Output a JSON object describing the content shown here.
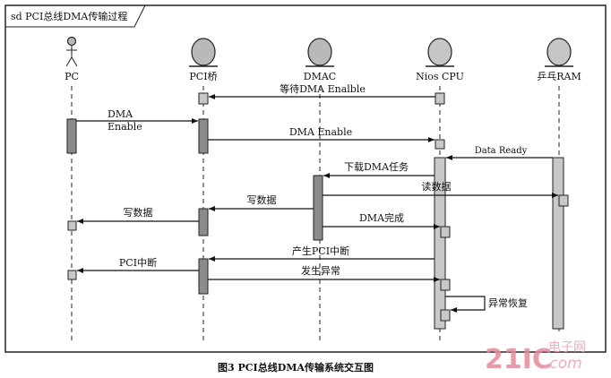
{
  "frame": {
    "title": "sd PCI总线DMA传输过程"
  },
  "lifelines": [
    {
      "id": "pc",
      "label": "PC",
      "kind": "actor"
    },
    {
      "id": "pci",
      "label": "PCI桥",
      "kind": "entity"
    },
    {
      "id": "dmac",
      "label": "DMAC",
      "kind": "entity"
    },
    {
      "id": "cpu",
      "label": "Nios CPU",
      "kind": "entity"
    },
    {
      "id": "ram",
      "label": "乒乓RAM",
      "kind": "entity"
    }
  ],
  "messages": [
    {
      "from": "cpu",
      "to": "pci",
      "label": "等待DMA Enalble"
    },
    {
      "from": "pc",
      "to": "pci",
      "label": "DMA",
      "label2": "Enable"
    },
    {
      "from": "pci",
      "to": "cpu",
      "label": "DMA Enable"
    },
    {
      "from": "ram",
      "to": "cpu",
      "label": "Data Ready"
    },
    {
      "from": "cpu",
      "to": "dmac",
      "label": "下载DMA任务"
    },
    {
      "from": "dmac",
      "to": "ram",
      "label": "读数据"
    },
    {
      "from": "dmac",
      "to": "pci",
      "label": "写数据"
    },
    {
      "from": "pci",
      "to": "pc",
      "label": "写数据"
    },
    {
      "from": "dmac",
      "to": "cpu",
      "label": "DMA完成"
    },
    {
      "from": "cpu",
      "to": "pci",
      "label": "产生PCI中断"
    },
    {
      "from": "pci",
      "to": "pc",
      "label": "PCI中断"
    },
    {
      "from": "pci",
      "to": "cpu",
      "label": "发生异常"
    },
    {
      "from": "cpu",
      "to": "cpu",
      "label": "异常恢复"
    }
  ],
  "caption": "图3   PCI总线DMA传输系统交互图",
  "watermark": {
    "brand": "21IC",
    "cn": "电子网",
    "domain": ".com",
    "color": "#e58a9a"
  }
}
